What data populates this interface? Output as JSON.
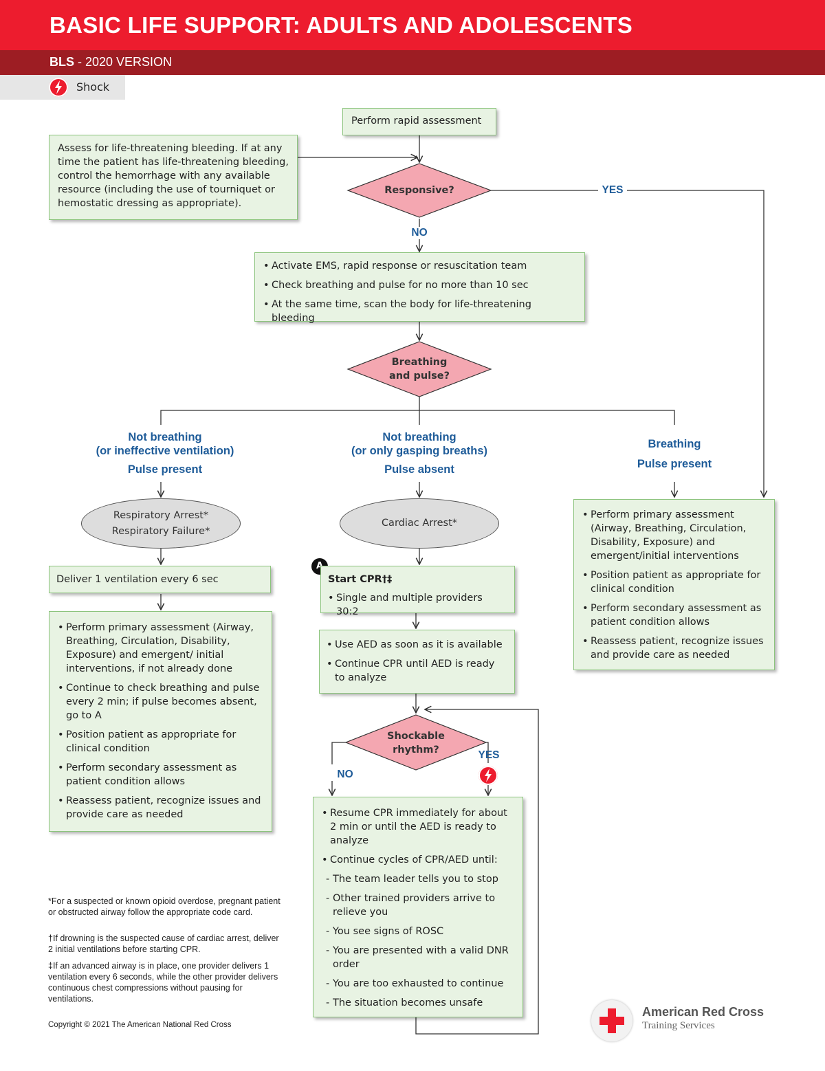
{
  "header": {
    "title": "BASIC LIFE SUPPORT: ADULTS AND ADOLESCENTS",
    "sub_bold": "BLS",
    "sub_rest": " - 2020 VERSION"
  },
  "legend": {
    "shock_label": "Shock"
  },
  "colors": {
    "red": "#ed1c2e",
    "dark_red": "#9d1d23",
    "box_fill": "#e8f3e3",
    "box_border": "#8cc47d",
    "diamond_fill": "#f4a7b1",
    "label_blue": "#1f5c99"
  },
  "flow": {
    "rapid_assessment": "Perform rapid assessment",
    "bleeding_note": "Assess for life-threatening bleeding. If at any time the patient has life-threatening bleeding, control the hemorrhage with any available resource (including the use of tourniquet or hemostatic dressing as appropriate).",
    "responsive_q": "Responsive?",
    "yes": "YES",
    "no": "NO",
    "activate": [
      "Activate EMS, rapid response or resuscitation team",
      "Check breathing and pulse for no more than 10 sec",
      "At the same time, scan the body for life-threatening bleeding"
    ],
    "breathing_q_1": "Breathing",
    "breathing_q_2": "and pulse?",
    "left_label_1": "Not breathing",
    "left_label_2": "(or ineffective ventilation)",
    "left_label_3": "Pulse present",
    "mid_label_1": "Not breathing",
    "mid_label_2": "(or only gasping breaths)",
    "mid_label_3": "Pulse absent",
    "right_label_1": "Breathing",
    "right_label_2": "Pulse present",
    "resp_oval_1": "Respiratory Arrest*",
    "resp_oval_2": "Respiratory Failure*",
    "cardiac_oval": "Cardiac Arrest*",
    "deliver_ventilation": "Deliver 1 ventilation every 6 sec",
    "left_actions": [
      "Perform primary assessment (Airway, Breathing, Circulation, Disability, Exposure) and emergent/ initial interventions, if not already done",
      "Continue to check breathing and pulse every 2 min; if pulse becomes absent, go to A",
      "Position patient as appropriate for clinical condition",
      "Perform secondary assessment as patient condition allows",
      "Reassess patient, recognize issues and provide care as needed"
    ],
    "badge_a": "A",
    "start_cpr": "Start CPR†‡",
    "start_cpr_items": [
      "Single and multiple providers 30:2"
    ],
    "aed_items": [
      "Use AED as soon as it is available",
      "Continue CPR until AED is ready to analyze"
    ],
    "shockable_q_1": "Shockable",
    "shockable_q_2": "rhythm?",
    "resume_items": [
      "Resume CPR immediately for about 2 min or until the AED is ready to analyze",
      "Continue cycles of CPR/AED until:"
    ],
    "until_items": [
      "The team leader tells you to stop",
      "Other trained providers arrive to relieve you",
      "You see signs of ROSC",
      "You are presented with a valid DNR order",
      "You are too exhausted to continue",
      "The situation becomes unsafe"
    ],
    "right_actions": [
      "Perform primary assessment (Airway, Breathing, Circulation, Disability, Exposure) and emergent/initial interventions",
      "Position patient as appropriate for clinical condition",
      "Perform secondary assessment as patient condition allows",
      "Reassess patient, recognize issues and provide care as needed"
    ]
  },
  "footnotes": [
    "*For a suspected or known opioid overdose, pregnant patient or obstructed airway follow the appropriate code card.",
    "†If drowning is the suspected cause of cardiac arrest, deliver 2 initial ventilations before starting CPR.",
    "‡If an advanced airway is in place, one provider delivers 1 ventilation every 6 seconds, while the other provider delivers continuous chest compressions without pausing for ventilations."
  ],
  "copyright": "Copyright © 2021 The American National Red Cross",
  "logo": {
    "name": "American Red Cross",
    "sub": "Training Services"
  }
}
